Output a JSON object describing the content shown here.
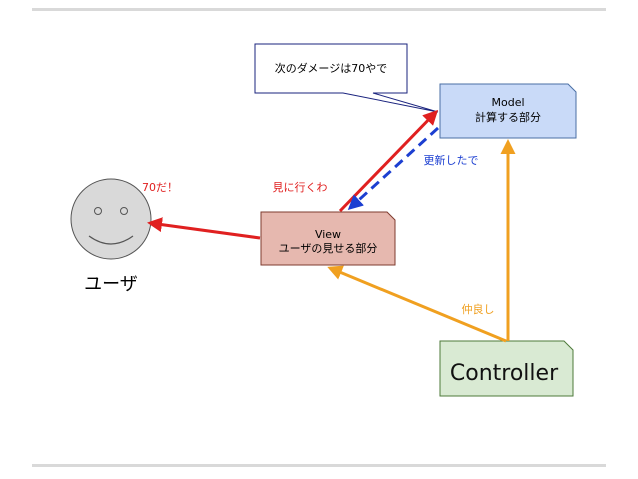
{
  "nodes": {
    "model": {
      "line1": "Model",
      "line2": "計算する部分"
    },
    "view": {
      "line1": "View",
      "line2": "ユーザの見せる部分"
    },
    "controller": {
      "label": "Controller"
    },
    "user": {
      "label": "ユーザ"
    }
  },
  "callout": {
    "text": "次のダメージは70やで"
  },
  "edges": {
    "view_to_model": "見に行くわ",
    "model_to_view": "更新したで",
    "view_to_user": "70だ！",
    "controller_to_view": "仲良し"
  },
  "colors": {
    "model_fill": "#c9daf8",
    "model_stroke": "#4a6fa5",
    "view_fill": "#e6b8af",
    "view_stroke": "#7f3b2f",
    "controller_fill": "#d9ead3",
    "controller_stroke": "#4d7a3a",
    "user_fill": "#d9d9d9",
    "red_arrow": "#e02020",
    "blue_arrow": "#1c3fd1",
    "orange_arrow": "#f0a020",
    "callout_stroke": "#1a237e"
  }
}
